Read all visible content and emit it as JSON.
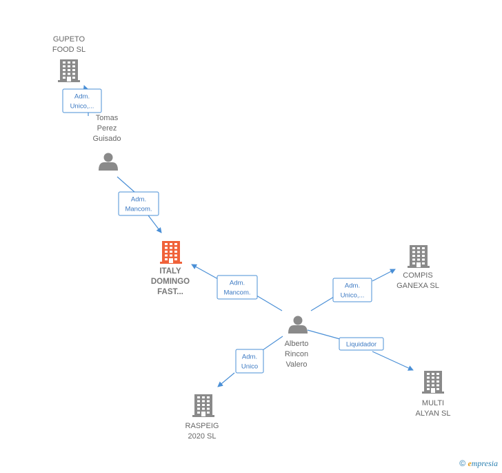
{
  "colors": {
    "company": "#8a8a8a",
    "company_main": "#f0623a",
    "person": "#8a8a8a",
    "edge": "#4a8fd6"
  },
  "nodes": [
    {
      "id": "gupeto",
      "type": "company",
      "icon": "building-icon",
      "label": [
        "GUPETO",
        "FOOD  SL"
      ]
    },
    {
      "id": "tomas",
      "type": "person",
      "icon": "person-icon",
      "label": [
        "Tomas",
        "Perez",
        "Guisado"
      ]
    },
    {
      "id": "italy",
      "type": "company_main",
      "icon": "building-icon",
      "label": [
        "ITALY",
        "DOMINGO",
        "FAST..."
      ]
    },
    {
      "id": "compis",
      "type": "company",
      "icon": "building-icon",
      "label": [
        "COMPIS",
        "GANEXA  SL"
      ]
    },
    {
      "id": "alberto",
      "type": "person",
      "icon": "person-icon",
      "label": [
        "Alberto",
        "Rincon",
        "Valero"
      ]
    },
    {
      "id": "raspeig",
      "type": "company",
      "icon": "building-icon",
      "label": [
        "RASPEIG",
        "2020  SL"
      ]
    },
    {
      "id": "multi",
      "type": "company",
      "icon": "building-icon",
      "label": [
        "MULTI",
        "ALYAN  SL"
      ]
    }
  ],
  "edges": [
    {
      "from": "tomas",
      "to": "gupeto",
      "label": [
        "Adm.",
        "Unico,..."
      ]
    },
    {
      "from": "tomas",
      "to": "italy",
      "label": [
        "Adm.",
        "Mancom."
      ]
    },
    {
      "from": "alberto",
      "to": "italy",
      "label": [
        "Adm.",
        "Mancom."
      ]
    },
    {
      "from": "alberto",
      "to": "compis",
      "label": [
        "Adm.",
        "Unico,..."
      ]
    },
    {
      "from": "alberto",
      "to": "raspeig",
      "label": [
        "Adm.",
        "Unico"
      ]
    },
    {
      "from": "alberto",
      "to": "multi",
      "label": [
        "Liquidador"
      ]
    }
  ],
  "footer": {
    "copyright": "©",
    "brand_initial": "e",
    "brand_rest": "mpresia"
  }
}
